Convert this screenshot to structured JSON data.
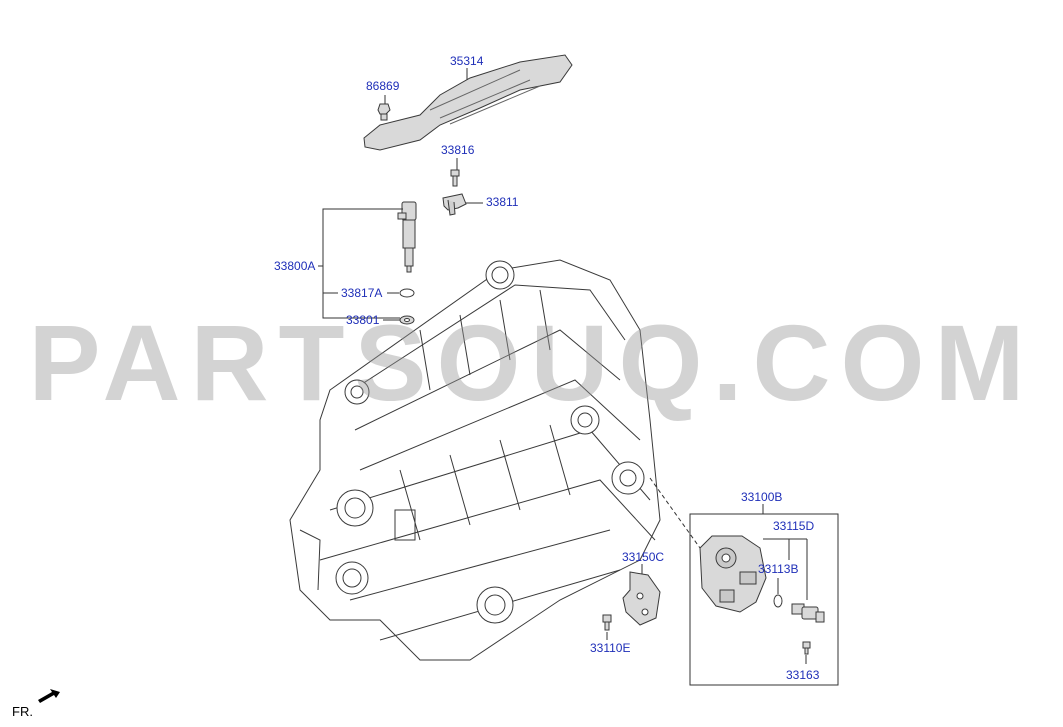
{
  "labels": {
    "p35314": "35314",
    "p86869": "86869",
    "p33816": "33816",
    "p33811": "33811",
    "p33800A": "33800A",
    "p33817A": "33817A",
    "p33801": "33801",
    "p33100B": "33100B",
    "p33115D": "33115D",
    "p33113B": "33113B",
    "p33150C": "33150C",
    "p33110E": "33110E",
    "p33163": "33163"
  },
  "front_indicator": "FR.",
  "watermark": "PARTSOUQ.COM",
  "colors": {
    "label": "#1f2fb8",
    "line": "#333333",
    "part_fill": "#d9d9d9",
    "outline": "#3a3a3a"
  },
  "icons": {
    "front": "arrow-front-icon"
  }
}
